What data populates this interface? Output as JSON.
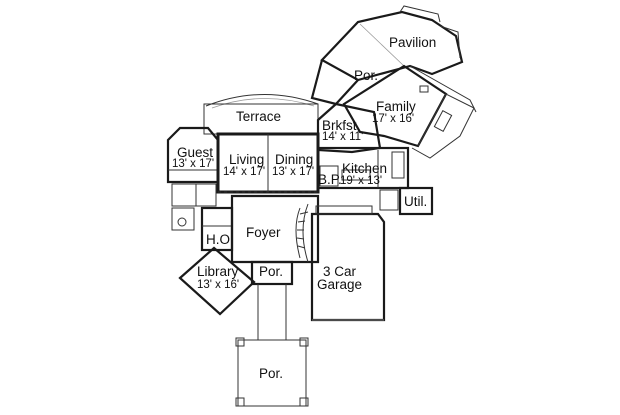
{
  "rooms": {
    "pavilion": {
      "name": "Pavilion"
    },
    "por_top": {
      "name": "Por."
    },
    "family": {
      "name": "Family",
      "size": "17' x 16'"
    },
    "terrace": {
      "name": "Terrace"
    },
    "brkfst": {
      "name": "Brkfst.",
      "size": "14' x 11'"
    },
    "guest": {
      "name": "Guest",
      "size": "13' x 17'"
    },
    "living": {
      "name": "Living",
      "size": "14' x 17'"
    },
    "dining": {
      "name": "Dining",
      "size": "13' x 17'"
    },
    "kitchen": {
      "name": "Kitchen",
      "size": "19' x 13'"
    },
    "bp": {
      "name": "B.P."
    },
    "util": {
      "name": "Util."
    },
    "ho": {
      "name": "H.O"
    },
    "foyer": {
      "name": "Foyer"
    },
    "garage": {
      "name_line1": "3 Car",
      "name_line2": "Garage"
    },
    "library": {
      "name": "Library",
      "size": "13' x 16'"
    },
    "por_entry": {
      "name": "Por."
    },
    "por_bottom": {
      "name": "Por."
    }
  }
}
